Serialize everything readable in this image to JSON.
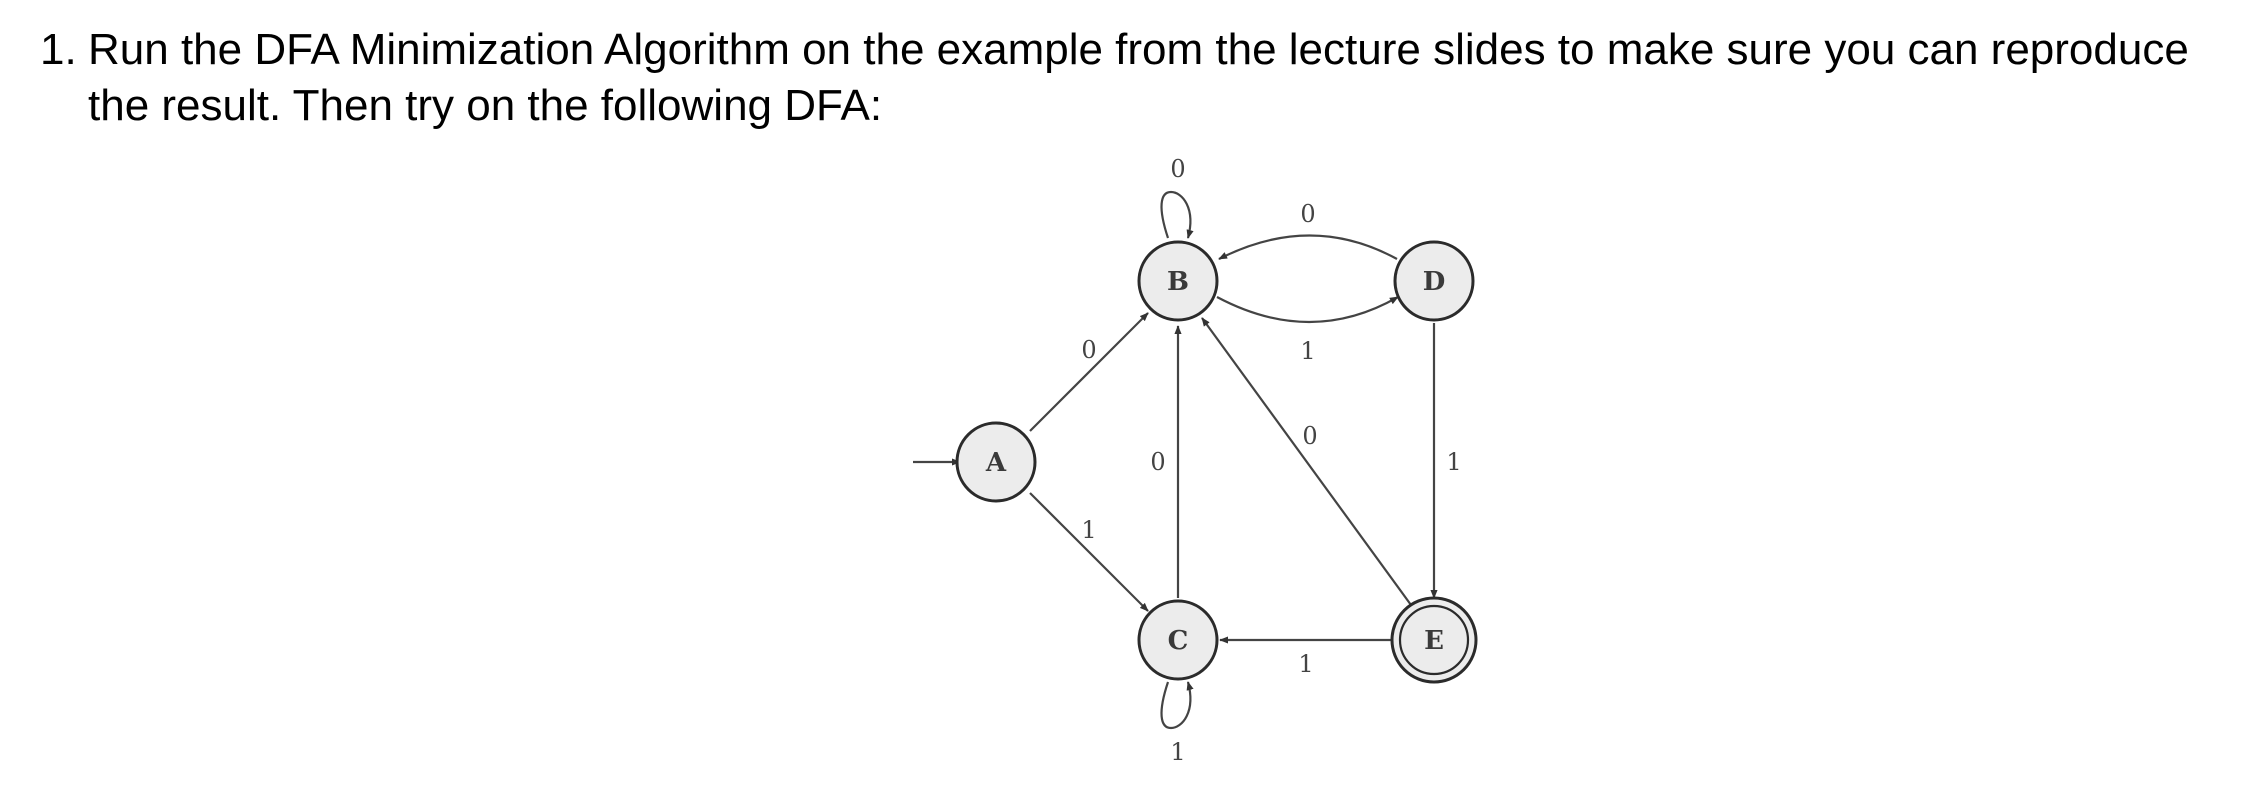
{
  "question": {
    "number": "1.",
    "text": "Run the DFA Minimization Algorithm on the example from the lecture slides to make sure you can reproduce the result. Then try on the following DFA:"
  },
  "dfa": {
    "states": [
      {
        "id": "A",
        "label": "A",
        "start": true,
        "accepting": false
      },
      {
        "id": "B",
        "label": "B",
        "start": false,
        "accepting": false
      },
      {
        "id": "C",
        "label": "C",
        "start": false,
        "accepting": false
      },
      {
        "id": "D",
        "label": "D",
        "start": false,
        "accepting": false
      },
      {
        "id": "E",
        "label": "E",
        "start": false,
        "accepting": true
      }
    ],
    "transitions": [
      {
        "from": "A",
        "to": "B",
        "symbol": "0"
      },
      {
        "from": "A",
        "to": "C",
        "symbol": "1"
      },
      {
        "from": "B",
        "to": "B",
        "symbol": "0"
      },
      {
        "from": "B",
        "to": "D",
        "symbol": "1"
      },
      {
        "from": "C",
        "to": "B",
        "symbol": "0"
      },
      {
        "from": "C",
        "to": "C",
        "symbol": "1"
      },
      {
        "from": "D",
        "to": "B",
        "symbol": "0"
      },
      {
        "from": "D",
        "to": "E",
        "symbol": "1"
      },
      {
        "from": "E",
        "to": "B",
        "symbol": "0"
      },
      {
        "from": "E",
        "to": "C",
        "symbol": "1"
      }
    ]
  }
}
